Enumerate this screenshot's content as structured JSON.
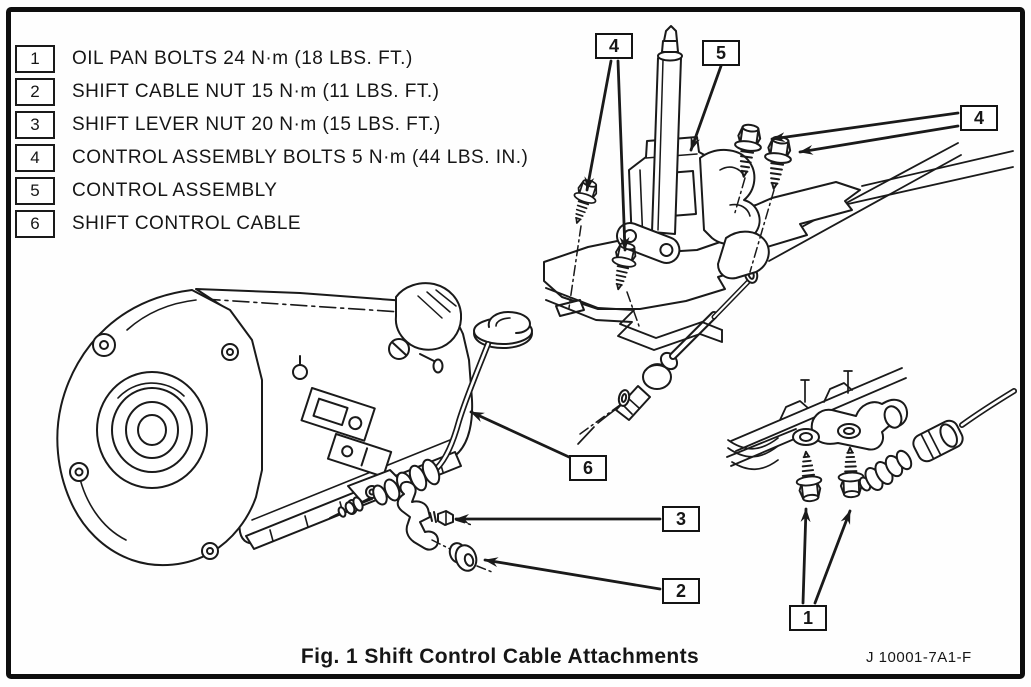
{
  "figure": {
    "caption": "Fig. 1 Shift Control Cable Attachments",
    "doc_code": "J 10001-7A1-F"
  },
  "legend": {
    "items": [
      {
        "number": "1",
        "label": "OIL PAN BOLTS 24 N·m (18 LBS. FT.)"
      },
      {
        "number": "2",
        "label": "SHIFT CABLE NUT 15 N·m (11 LBS. FT.)"
      },
      {
        "number": "3",
        "label": "SHIFT LEVER NUT 20 N·m (15 LBS. FT.)"
      },
      {
        "number": "4",
        "label": "CONTROL ASSEMBLY BOLTS 5 N·m (44 LBS. IN.)"
      },
      {
        "number": "5",
        "label": "CONTROL ASSEMBLY"
      },
      {
        "number": "6",
        "label": "SHIFT CONTROL CABLE"
      }
    ]
  },
  "callouts": [
    {
      "id": "callout-4-top",
      "number": "4"
    },
    {
      "id": "callout-5",
      "number": "5"
    },
    {
      "id": "callout-4-right",
      "number": "4"
    },
    {
      "id": "callout-6",
      "number": "6"
    },
    {
      "id": "callout-3",
      "number": "3"
    },
    {
      "id": "callout-2",
      "number": "2"
    },
    {
      "id": "callout-1",
      "number": "1"
    }
  ],
  "colors": {
    "line": "#1a1a1a",
    "background": "#fefefe"
  }
}
